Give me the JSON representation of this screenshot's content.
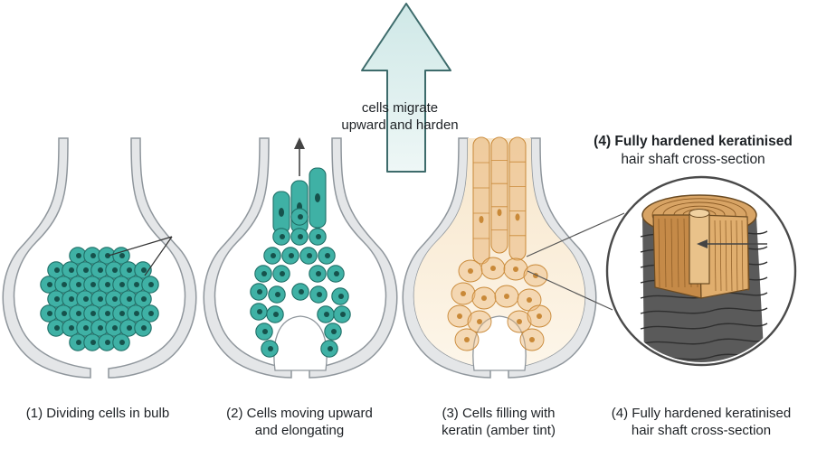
{
  "arrow": {
    "line1": "cells migrate",
    "line2": "upward and harden"
  },
  "inset": {
    "title_line1": "(4) Fully hardened keratinised",
    "title_line2": "hair shaft cross-section"
  },
  "stages": [
    {
      "line1": "(1) Dividing cells in bulb",
      "line2": ""
    },
    {
      "line1": "(2) Cells moving upward",
      "line2": "and elongating"
    },
    {
      "line1": "(3) Cells filling with",
      "line2": "keratin (amber tint)"
    },
    {
      "line1": "(4) Fully hardened keratinised",
      "line2": "hair shaft cross-section"
    }
  ],
  "colors": {
    "teal_cell": "#3fb1a5",
    "teal_edge": "#1f6f67",
    "teal_nucleus": "#16524c",
    "amber_light": "#f9e4c4",
    "amber": "#eab77a",
    "amber_dark": "#c98938",
    "wall": "#e4e6e8",
    "wall_edge": "#8f969c",
    "arrow_fill": "#dbeeee",
    "arrow_edge": "#3d6b6b",
    "shaft_dark": "#4b4b4b",
    "shaft_core": "#d9a566"
  }
}
